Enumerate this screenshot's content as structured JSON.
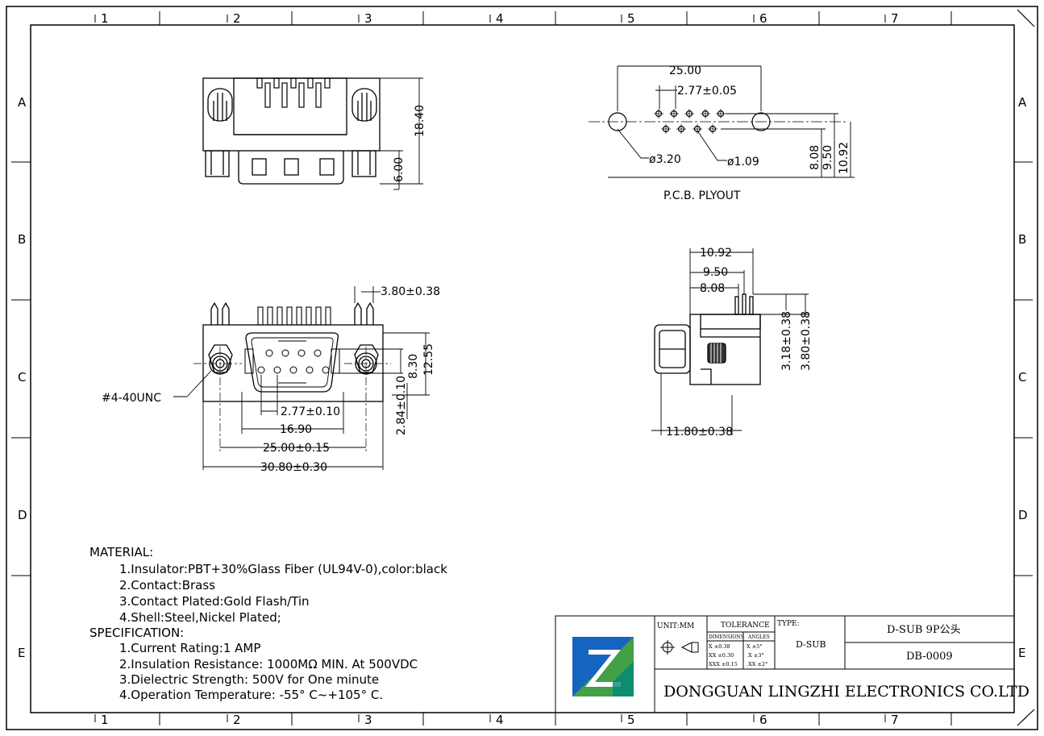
{
  "frame": {
    "columns": [
      "1",
      "2",
      "3",
      "4",
      "5",
      "6",
      "7"
    ],
    "rows": [
      "A",
      "B",
      "C",
      "D",
      "E"
    ]
  },
  "top_view": {
    "dim_height": "18.40",
    "dim_depth": "6.00"
  },
  "pcb": {
    "width": "25.00",
    "pitch": "2.77±0.05",
    "mount_hole": "ø3.20",
    "pin_hole": "ø1.09",
    "h1": "8.08",
    "h2": "9.50",
    "h3": "10.92",
    "caption": "P.C.B.  PLYOUT"
  },
  "front_view": {
    "dim_post": "3.80±0.38",
    "thread": "#4-40UNC",
    "pitch": "2.77±0.10",
    "d_width": "16.90",
    "mount_spacing": "25.00±0.15",
    "overall_width": "30.80±0.30",
    "d_height": "8.30",
    "flange_height": "12.55",
    "offset": "2.84±0.10"
  },
  "side_view": {
    "d1": "10.92",
    "d2": "9.50",
    "d3": "8.08",
    "pin1": "3.18±0.38",
    "pin2": "3.80±0.38",
    "depth": "11.80±0.38"
  },
  "notes": {
    "material_title": "MATERIAL:",
    "material": [
      "1.Insulator:PBT+30%Glass Fiber (UL94V-0),color:black",
      "2.Contact:Brass",
      "3.Contact  Plated:Gold Flash/Tin",
      "4.Shell:Steel,Nickel Plated;"
    ],
    "spec_title": "SPECIFICATION:",
    "spec": [
      "1.Current  Rating:1  AMP",
      "2.Insulation  Resistance:  1000MΩ  MIN.  At  500VDC",
      "3.Dielectric  Strength:  500V  for  One  minute",
      "4.Operation  Temperature:  -55° C~+105° C."
    ]
  },
  "title_block": {
    "unit": "UNIT:MM",
    "tolerance": "TOLERANCE",
    "dimensions": "DIMENSIONS",
    "angles": "ANGLES",
    "tol_rows": [
      [
        "X   ±0.38",
        "X   ±5°"
      ],
      [
        "XX  ±0.30",
        ".X  ±3°"
      ],
      [
        "XXX ±0.15",
        ".XX ±2°"
      ]
    ],
    "type_label": "TYPE:",
    "type_value": "D-SUB",
    "part_name": "D-SUB 9P公头",
    "part_no": "DB-0009",
    "company": "DONGGUAN LINGZHI ELECTRONICS CO.LTD",
    "colors": {
      "logo_blue": "#1565c0",
      "logo_green": "#43a047",
      "logo_teal": "#00897b"
    }
  }
}
